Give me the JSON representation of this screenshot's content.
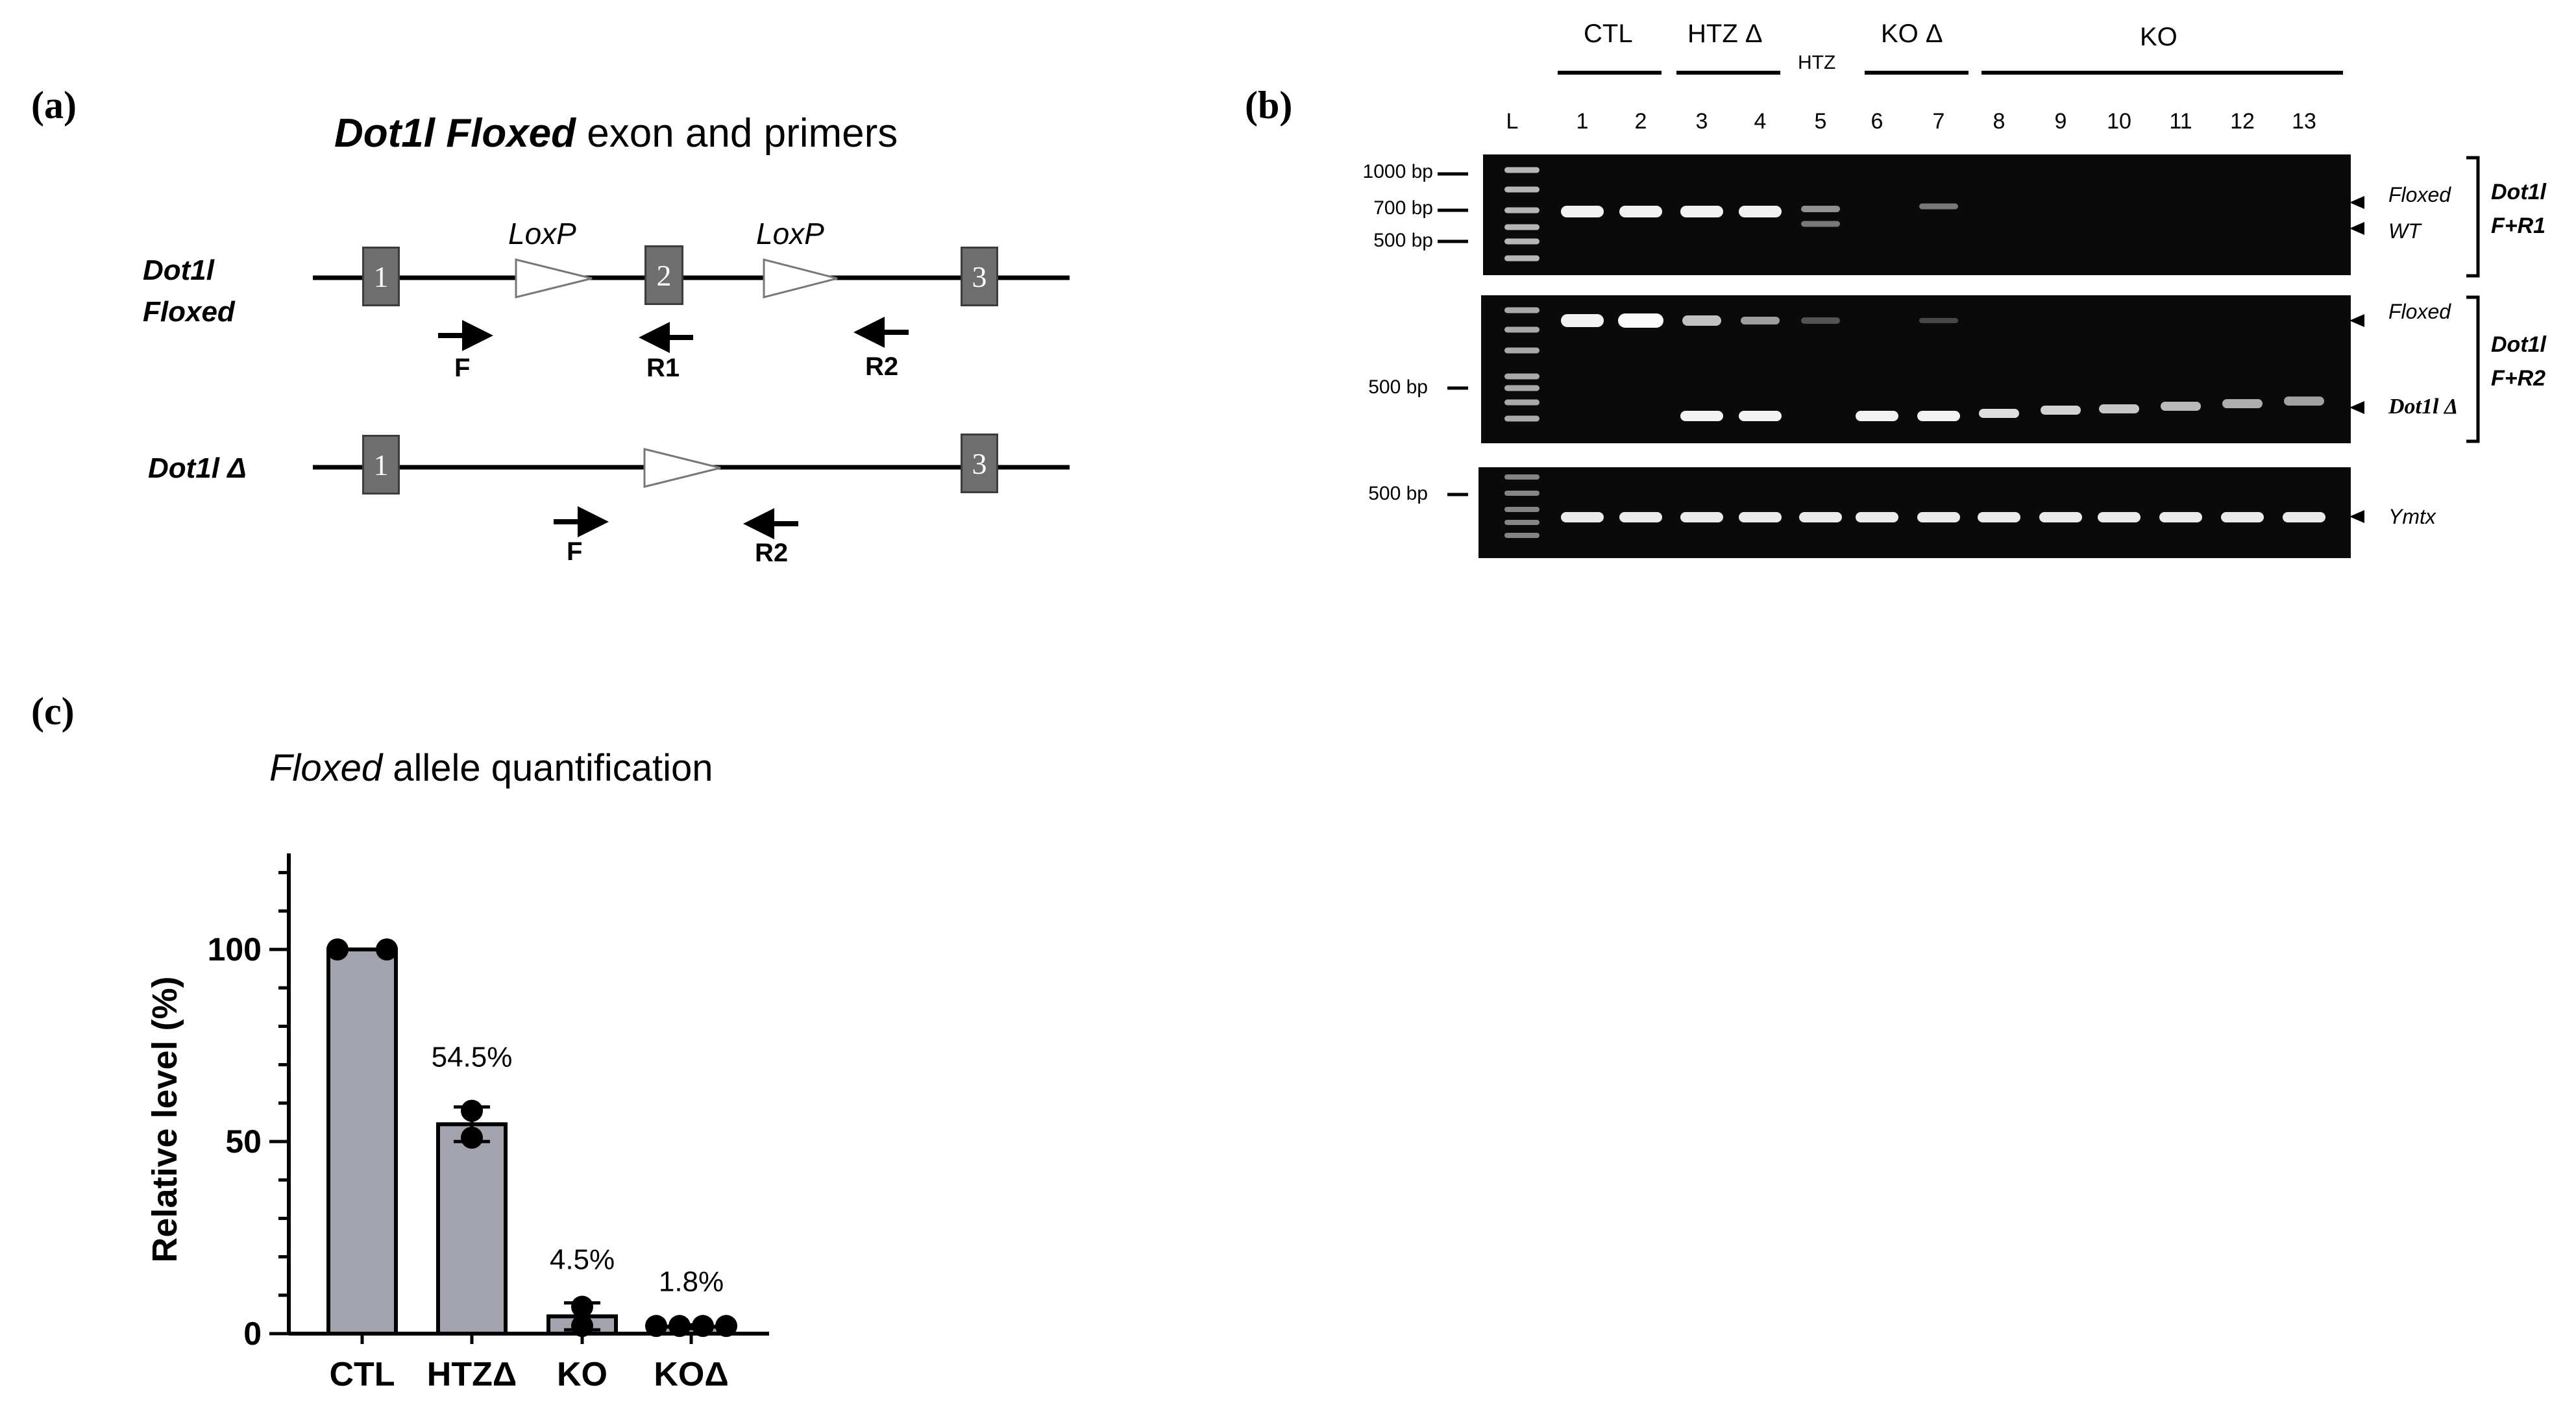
{
  "panel_a": {
    "letter": "(a)",
    "title_italic": "Dot1l Floxed",
    "title_rest": " exon and primers",
    "floxed_label": "Dot1l\nFloxed",
    "delta_label": "Dot1l Δ",
    "exons": [
      "1",
      "2",
      "3"
    ],
    "loxp": "LoxP",
    "primers": {
      "f": "F",
      "r1": "R1",
      "r2": "R2"
    }
  },
  "panel_b": {
    "letter": "(b)",
    "group_headers": [
      "CTL",
      "HTZ Δ",
      "HTZ",
      "KO Δ",
      "KO"
    ],
    "ladder_label": "L",
    "lanes": [
      "1",
      "2",
      "3",
      "4",
      "5",
      "6",
      "7",
      "8",
      "9",
      "10",
      "11",
      "12",
      "13"
    ],
    "gel1": {
      "bp": [
        "1000 bp",
        "700 bp",
        "500 bp"
      ],
      "bands": [
        "Floxed",
        "WT"
      ],
      "primer_set": "Dot1l\nF+R1"
    },
    "gel2": {
      "bp": [
        "500 bp"
      ],
      "bands": [
        "Floxed",
        "Dot1l Δ"
      ],
      "primer_set": "Dot1l\nF+R2"
    },
    "gel3": {
      "bp": [
        "500 bp"
      ],
      "bands": [
        "Ymtx"
      ]
    }
  },
  "panel_c": {
    "letter": "(c)",
    "title_italic": "Floxed",
    "title_rest": " allele quantification"
  },
  "chart_data": {
    "type": "bar",
    "categories": [
      "CTL",
      "HTZΔ",
      "KO",
      "KOΔ"
    ],
    "values": [
      100,
      54.5,
      4.5,
      1.8
    ],
    "points": [
      [
        100,
        100
      ],
      [
        58,
        51
      ],
      [
        7,
        2
      ],
      [
        2,
        2,
        2,
        2
      ]
    ],
    "error": [
      0,
      4.5,
      3.5,
      0.5
    ],
    "annotations": [
      "",
      "54.5%",
      "4.5%",
      "1.8%"
    ],
    "ylabel": "Relative level (%)",
    "yticks": [
      0,
      50,
      100
    ],
    "ylim": [
      0,
      125
    ],
    "bar_color": "#a3a3ad"
  }
}
